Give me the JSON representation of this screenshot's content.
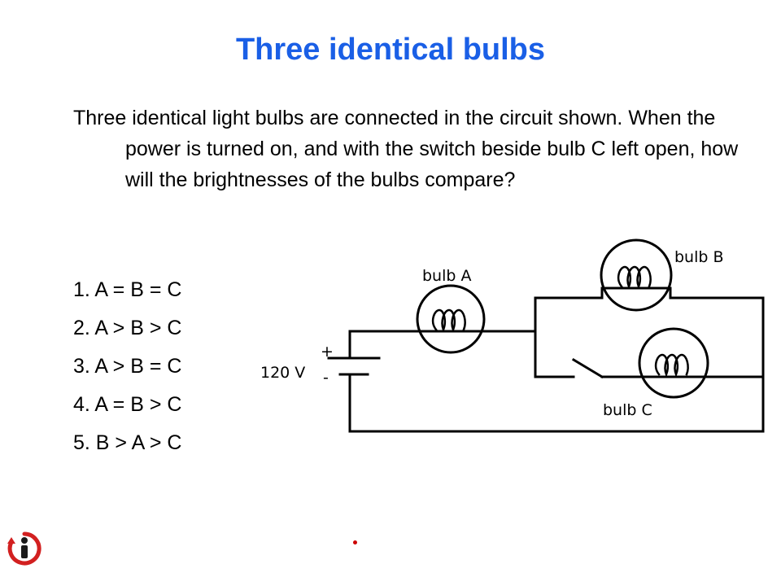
{
  "slide": {
    "title": "Three identical bulbs",
    "question": "Three identical light bulbs are connected in the circuit shown. When the power is turned on, and with the switch beside bulb C left open, how will the brightnesses of the bulbs compare?",
    "options": [
      "1. A = B = C",
      "2. A > B > C",
      "3. A > B = C",
      "4. A = B > C",
      "5. B > A > C"
    ]
  },
  "circuit": {
    "voltage_label": "120 V",
    "plus_label": "+",
    "minus_label": "-",
    "bulb_a_label": "bulb A",
    "bulb_b_label": "bulb B",
    "bulb_c_label": "bulb C",
    "switch_state": "open"
  },
  "colors": {
    "title": "#1a5fe6",
    "text": "#000000",
    "wire": "#000000",
    "logo_accent": "#d22020",
    "logo_dark": "#1a1a1a"
  },
  "icons": [
    "info-logo-icon"
  ]
}
